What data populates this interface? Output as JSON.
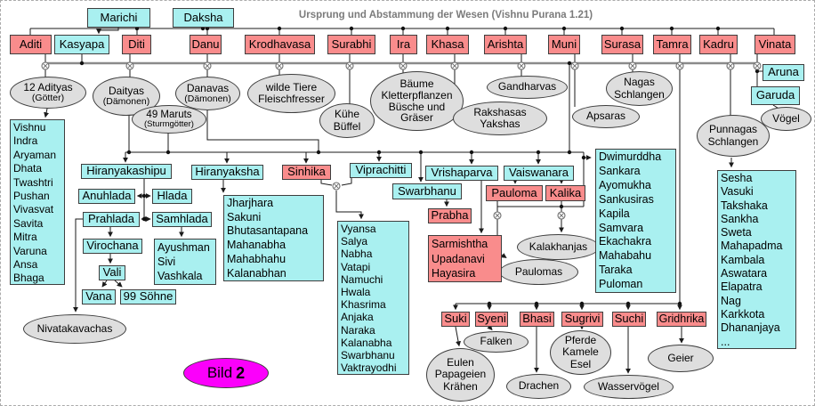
{
  "title": "Ursprung und Abstammung der Wesen (Vishnu Purana 1.21)",
  "caption": {
    "prefix": "Bild",
    "number": "2"
  },
  "generation1": {
    "marichi": "Marichi",
    "daksha": "Daksha"
  },
  "parents": {
    "kasyapa": "Kasyapa",
    "aditi": "Aditi",
    "diti": "Diti",
    "danu": "Danu",
    "krodhavasa": "Krodhavasa",
    "surabhi": "Surabhi",
    "ira": "Ira",
    "khasa": "Khasa",
    "arishta": "Arishta",
    "muni": "Muni",
    "surasa": "Surasa",
    "tamra": "Tamra",
    "kadru": "Kadru",
    "vinata": "Vinata"
  },
  "groups": {
    "adityas": {
      "title": "12 Adityas",
      "subtitle": "(Götter)"
    },
    "daityas": {
      "title": "Daityas",
      "subtitle": "(Dämonen)"
    },
    "maruts": {
      "title": "49 Maruts",
      "subtitle": "(Sturmgötter)"
    },
    "danavas": {
      "title": "Danavas",
      "subtitle": "(Dämonen)"
    },
    "wilde_tiere": [
      "wilde Tiere",
      "Fleischfresser"
    ],
    "kuehe": [
      "Kühe",
      "Büffel"
    ],
    "baeume": [
      "Bäume",
      "Kletterpflanzen",
      "Büsche und",
      "Gräser"
    ],
    "gandharvas": "Gandharvas",
    "rakshasas": [
      "Rakshasas",
      "Yakshas"
    ],
    "apsaras": "Apsaras",
    "nagas": [
      "Nagas",
      "Schlangen"
    ],
    "punnagas": [
      "Punnagas",
      "Schlangen"
    ],
    "voegel": "Vögel",
    "nivatakavachas": "Nivatakavachas",
    "kalakhanjas": "Kalakhanjas",
    "paulomas": "Paulomas",
    "falken": "Falken",
    "eulen": [
      "Eulen",
      "Papageien",
      "Krähen"
    ],
    "drachen": "Drachen",
    "pferde": [
      "Pferde",
      "Kamele",
      "Esel"
    ],
    "wasservoegel": "Wasservögel",
    "geier": "Geier"
  },
  "descendants": {
    "adityas_list": [
      "Vishnu",
      "Indra",
      "Aryaman",
      "Dhata",
      "Twashtri",
      "Pushan",
      "Vivasvat",
      "Savita",
      "Mitra",
      "Varuna",
      "Ansa",
      "Bhaga"
    ],
    "hiranyakashipu": "Hiranyakashipu",
    "anuhlada": "Anuhlada",
    "hlada": "Hlada",
    "prahlada": "Prahlada",
    "samhlada": "Samhlada",
    "virochana": "Virochana",
    "ayushman_list": [
      "Ayushman",
      "Sivi",
      "Vashkala"
    ],
    "vali": "Vali",
    "vana": "Vana",
    "soehne99": "99 Söhne",
    "hiranyaksha": "Hiranyaksha",
    "hiranyaksha_sons": [
      "Jharjhara",
      "Sakuni",
      "Bhutasantapana",
      "Mahanabha",
      "Mahabhahu",
      "Kalanabhan"
    ],
    "sinhika": "Sinhika",
    "viprachitti": "Viprachitti",
    "viprachitti_sons": [
      "Vyansa",
      "Salya",
      "Nabha",
      "Vatapi",
      "Namuchi",
      "Hwala",
      "Khasrima",
      "Anjaka",
      "Naraka",
      "Kalanabha",
      "Swarbhanu",
      "Vaktrayodhi"
    ],
    "vrishaparva": "Vrishaparva",
    "swarbhanu": "Swarbhanu",
    "prabha": "Prabha",
    "vrishaparva_daughters": [
      "Sarmishtha",
      "Upadanavi",
      "Hayasira"
    ],
    "vaiswanara": "Vaiswanara",
    "pauloma": "Pauloma",
    "kalika": "Kalika",
    "danava_chiefs": [
      "Dwimurddha",
      "Sankara",
      "Ayomukha",
      "Sankusiras",
      "Kapila",
      "Samvara",
      "Ekachakra",
      "Mahabahu",
      "Taraka",
      "Puloman"
    ],
    "naga_list": [
      "Sesha",
      "Vasuki",
      "Takshaka",
      "Sankha",
      "Sweta",
      "Mahapadma",
      "Kambala",
      "Aswatara",
      "Elapatra",
      "Nag",
      "Karkkota",
      "Dhananjaya",
      "..."
    ],
    "aruna": "Aruna",
    "garuda": "Garuda",
    "suki": "Suki",
    "syeni": "Syeni",
    "bhasi": "Bhasi",
    "sugrivi": "Sugrivi",
    "suchi": "Suchi",
    "gridhrika": "Gridhrika"
  },
  "colors": {
    "deity_box": "#a9f0f0",
    "demon_box": "#f98c8c",
    "group_ellipse": "#dedede",
    "caption": "#fb00fb"
  }
}
